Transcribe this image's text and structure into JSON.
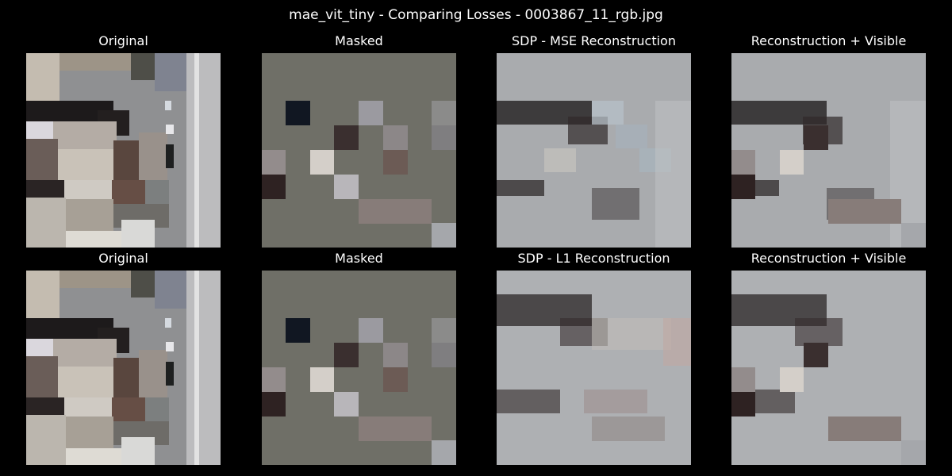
{
  "figure": {
    "title": "mae_vit_tiny - Comparing Losses - 0003867_11_rgb.jpg"
  },
  "rows": [
    {
      "panels": [
        {
          "title": "Original",
          "kind": "original"
        },
        {
          "title": "Masked",
          "kind": "masked"
        },
        {
          "title": "SDP - MSE Reconstruction",
          "kind": "reconstruction"
        },
        {
          "title": "Reconstruction + Visible",
          "kind": "reconstruction_visible"
        }
      ]
    },
    {
      "panels": [
        {
          "title": "Original",
          "kind": "original"
        },
        {
          "title": "Masked",
          "kind": "masked"
        },
        {
          "title": "SDP - L1 Reconstruction",
          "kind": "reconstruction"
        },
        {
          "title": "Reconstruction + Visible",
          "kind": "reconstruction_visible"
        }
      ]
    }
  ],
  "colors": {
    "background": "#000000",
    "text": "#ffffff",
    "mask_fill": "#6f6f67",
    "reconstruction_base": "#a9abae"
  }
}
